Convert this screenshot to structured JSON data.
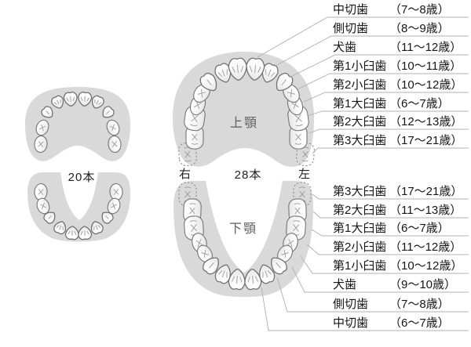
{
  "diagram": {
    "primary": {
      "count": "20本"
    },
    "permanent": {
      "count": "28本",
      "upper_jaw": "上顎",
      "lower_jaw": "下顎",
      "right": "右",
      "left": "左"
    },
    "upper_labels": [
      {
        "name": "中切歯",
        "age": "（7～8歳）"
      },
      {
        "name": "側切歯",
        "age": "（8～9歳）"
      },
      {
        "name": "犬歯",
        "age": "（11～12歳）"
      },
      {
        "name": "第1小臼歯",
        "age": "（10～11歳）"
      },
      {
        "name": "第2小臼歯",
        "age": "（10～12歳）"
      },
      {
        "name": "第1大臼歯",
        "age": "（6～7歳）"
      },
      {
        "name": "第2大臼歯",
        "age": "（12～13歳）"
      },
      {
        "name": "第3大臼歯",
        "age": "（17～21歳）"
      }
    ],
    "lower_labels": [
      {
        "name": "第3大臼歯",
        "age": "（17～21歳）"
      },
      {
        "name": "第2大臼歯",
        "age": "（11～13歳）"
      },
      {
        "name": "第1大臼歯",
        "age": "（6～7歳）"
      },
      {
        "name": "第2小臼歯",
        "age": "（11～12歳）"
      },
      {
        "name": "第1小臼歯",
        "age": "（10～12歳）"
      },
      {
        "name": "犬歯",
        "age": "（9～10歳）"
      },
      {
        "name": "側切歯",
        "age": "（7～8歳）"
      },
      {
        "name": "中切歯",
        "age": "（6～7歳）"
      }
    ],
    "colors": {
      "gum": "#d9d9d9",
      "tooth_stroke": "#6e6e6e",
      "leader_line": "#b0b0b0",
      "label_text": "#161616",
      "jaw_text": "#5f5f5f"
    }
  }
}
